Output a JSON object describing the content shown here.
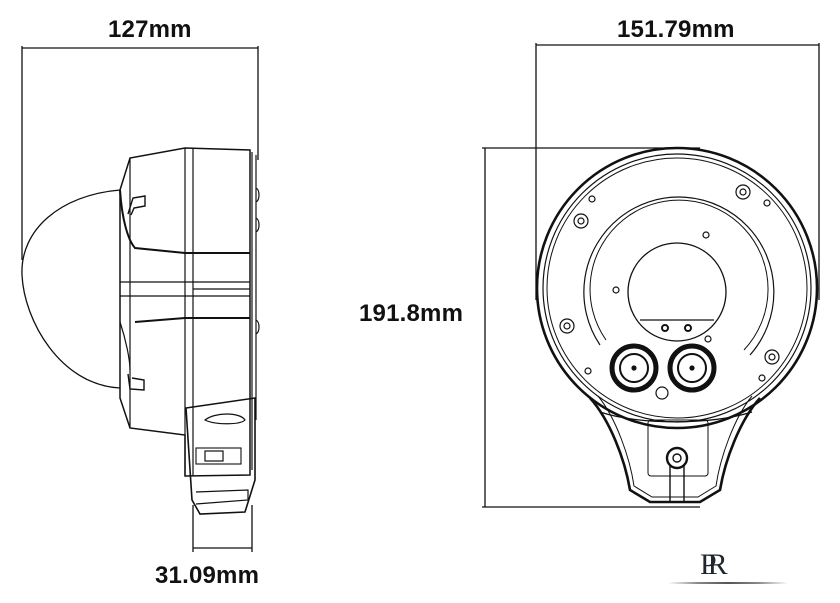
{
  "side_view": {
    "width_label": "127mm",
    "mount_depth_label": "31.09mm"
  },
  "rear_view": {
    "width_label": "151.79mm",
    "height_label": "191.8mm"
  },
  "logo": {
    "text": "PR"
  },
  "colors": {
    "line": "#111111",
    "background": "#ffffff"
  }
}
